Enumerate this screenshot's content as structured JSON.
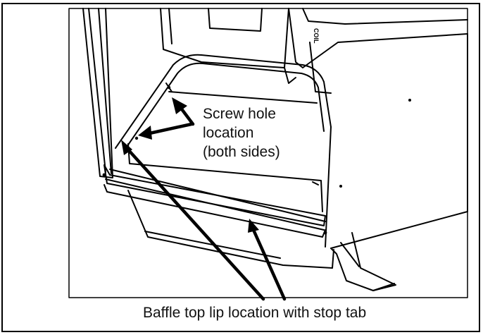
{
  "labels": {
    "screw_hole_line1": "Screw hole",
    "screw_hole_line2": "location",
    "screw_hole_line3": "(both sides)",
    "baffle": "Baffle top lip location with stop tab"
  },
  "unit_markings": {
    "side_text": "COIL"
  },
  "colors": {
    "line": "#000000",
    "background": "#ffffff"
  }
}
